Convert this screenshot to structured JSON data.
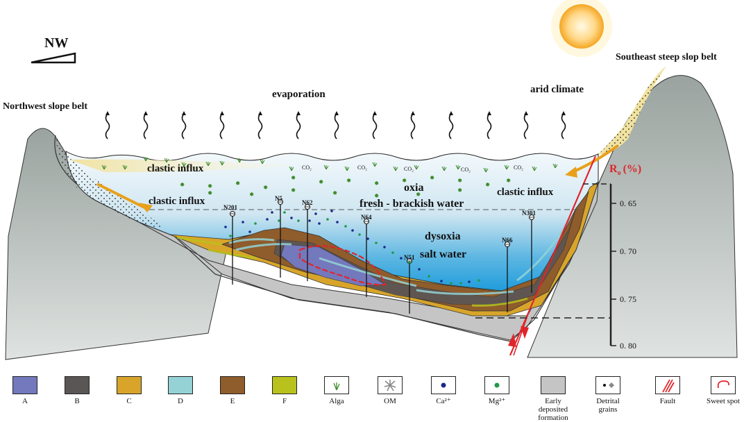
{
  "orientation": {
    "label": "NW"
  },
  "labels": {
    "nw_belt": "Northwest slope belt",
    "se_belt": "Southeast steep slop belt",
    "evaporation": "evaporation",
    "arid": "arid climate",
    "clastic_1": "clastic influx",
    "clastic_2": "clastic influx",
    "clastic_3": "clastic influx",
    "oxia": "oxia",
    "fresh": "fresh - brackish water",
    "dysoxia": "dysoxia",
    "salt": "salt water",
    "co2": "CO₂"
  },
  "wells": [
    {
      "name": "N201"
    },
    {
      "name": "N5"
    },
    {
      "name": "N62"
    },
    {
      "name": "N64"
    },
    {
      "name": "N51"
    },
    {
      "name": "N66"
    },
    {
      "name": "N301"
    }
  ],
  "ro_scale": {
    "title": "R",
    "title_sub": "o",
    "title_unit": "(%)",
    "ticks": [
      "0. 65",
      "0. 70",
      "0. 75",
      "0. 80"
    ]
  },
  "colors": {
    "A": "#7478bc",
    "B": "#5a5656",
    "C": "#d8a52a",
    "D": "#94d2d6",
    "E": "#8f5c2c",
    "F": "#b9c21c",
    "early": "#c5c5c5",
    "fault": "#e0252a",
    "water_top": "#eef6fb",
    "water_deep": "#1e9cdb"
  },
  "legend": [
    {
      "key": "A",
      "label": "A"
    },
    {
      "key": "B",
      "label": "B"
    },
    {
      "key": "C",
      "label": "C"
    },
    {
      "key": "D",
      "label": "D"
    },
    {
      "key": "E",
      "label": "E"
    },
    {
      "key": "F",
      "label": "F"
    },
    {
      "key": "alga",
      "label": "Alga"
    },
    {
      "key": "om",
      "label": "OM"
    },
    {
      "key": "ca",
      "label": "Ca²⁺"
    },
    {
      "key": "mg",
      "label": "Mg²⁺"
    },
    {
      "key": "early",
      "label": "Early deposited formation"
    },
    {
      "key": "detrital",
      "label": "Detrital grains"
    },
    {
      "key": "fault",
      "label": "Fault"
    },
    {
      "key": "sweet",
      "label": "Sweet spot"
    }
  ]
}
